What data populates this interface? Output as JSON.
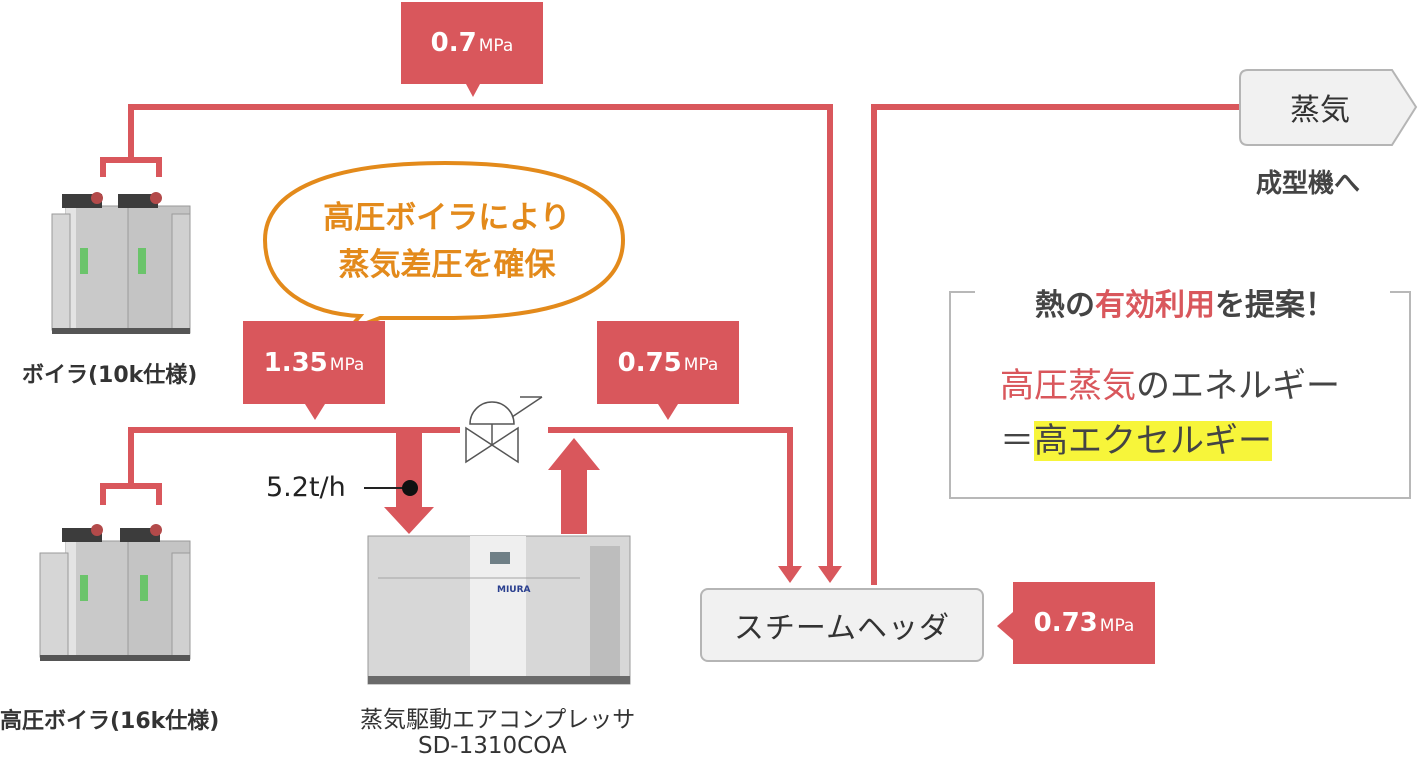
{
  "pressure_tags": {
    "top": {
      "value": "0.7",
      "unit": "MPa"
    },
    "high": {
      "value": "1.35",
      "unit": "MPa"
    },
    "mid": {
      "value": "0.75",
      "unit": "MPa"
    },
    "header": {
      "value": "0.73",
      "unit": "MPa"
    }
  },
  "bubble": {
    "line1": "高圧ボイラにより",
    "line2": "蒸気差圧を確保"
  },
  "labels": {
    "boiler": "ボイラ(10k仕様)",
    "high_boiler": "高圧ボイラ(16k仕様)",
    "compressor_name": "蒸気駆動エアコンプレッサ",
    "compressor_model": "SD-1310COA",
    "flow": "5.2t/h",
    "steam_header": "スチームヘッダ",
    "steam": "蒸気",
    "to_molding": "成型機へ",
    "compressor_brand": "MIURA"
  },
  "proposal": {
    "title_pre": "熱の",
    "title_red": "有効利用",
    "title_post": "を提案！",
    "line1_red": "高圧蒸気",
    "line1_rest": "のエネルギー",
    "line2_prefix": "＝",
    "line2_highlight": "高エクセルギー"
  },
  "colors": {
    "pipe": "#d9575c",
    "bubble": "#e38a1b",
    "highlight": "#f7f53a"
  }
}
